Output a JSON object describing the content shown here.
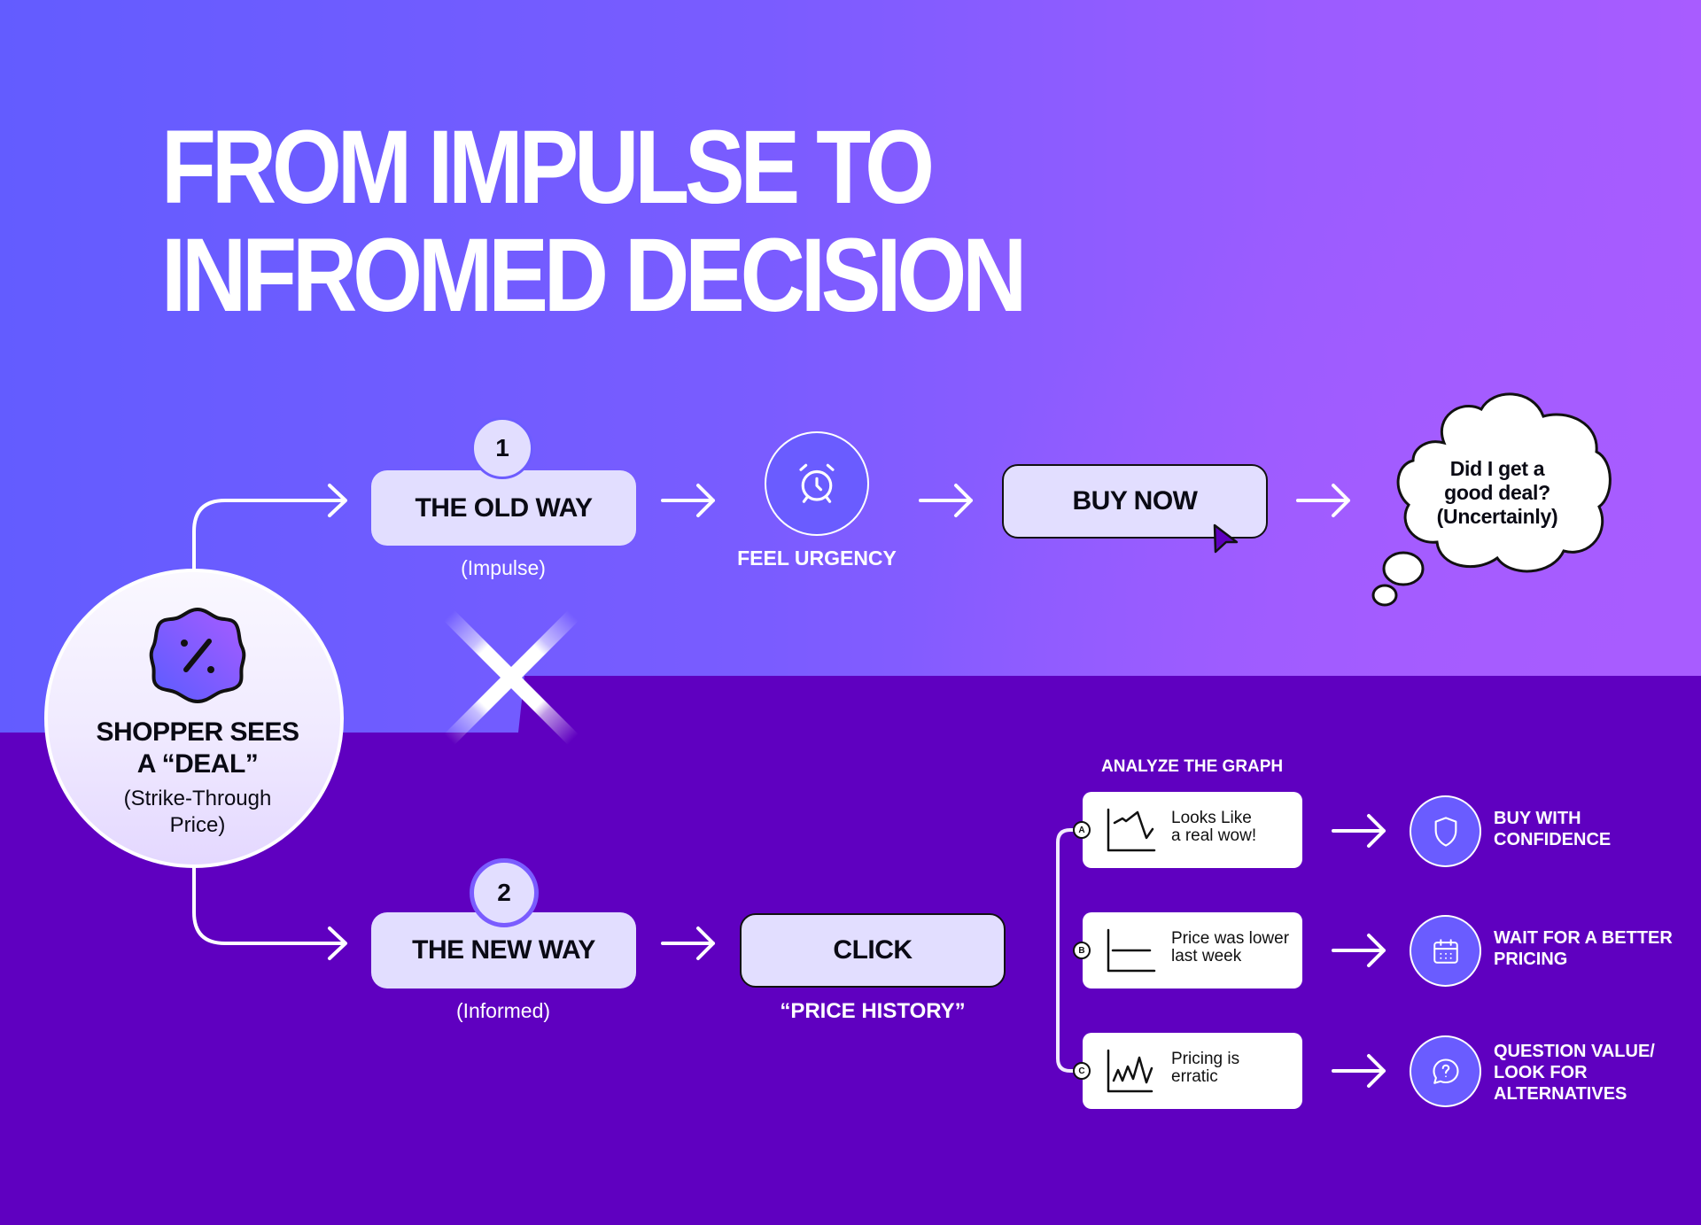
{
  "title": {
    "line1": "FROM IMPULSE TO",
    "line2": "INFROMED DECISION"
  },
  "colors": {
    "bg_top_start": "#635cff",
    "bg_top_end": "#a85cff",
    "bg_bottom": "#5f00c0",
    "pill_fill": "#e2deff",
    "icon_circle_fill": "#6a5cff",
    "text_dark": "#0a0a14",
    "text_light": "#ffffff"
  },
  "start": {
    "icon": "discount-badge-icon",
    "title_line1": "SHOPPER SEES",
    "title_line2": "A “DEAL”",
    "subtitle_line1": "(Strike-Through",
    "subtitle_line2": "Price)"
  },
  "old_way": {
    "step_number": "1",
    "label": "THE OLD WAY",
    "caption": "(Impulse)",
    "urgency": {
      "icon": "alarm-clock-icon",
      "label": "FEEL URGENCY"
    },
    "buy_button": {
      "label": "BUY NOW",
      "cursor_icon": "mouse-cursor-icon"
    },
    "thought": {
      "line1": "Did I get a",
      "line2": "good deal?",
      "line3": "(Uncertainly)"
    },
    "rejected_icon": "x-mark-icon"
  },
  "new_way": {
    "step_number": "2",
    "label": "THE NEW WAY",
    "caption": "(Informed)",
    "click": {
      "label": "CLICK",
      "caption": "“PRICE HISTORY”"
    },
    "analyze_label": "ANALYZE THE GRAPH",
    "branches": [
      {
        "badge": "A",
        "graph_icon": "spike-line-chart-icon",
        "text_line1": "Looks Like",
        "text_line2": "a real wow!",
        "outcome_icon": "shield-icon",
        "outcome_line1": "BUY WITH",
        "outcome_line2": "CONFIDENCE",
        "outcome_line3": ""
      },
      {
        "badge": "B",
        "graph_icon": "flat-line-chart-icon",
        "text_line1": "Price was lower",
        "text_line2": "last week",
        "outcome_icon": "calendar-icon",
        "outcome_line1": "WAIT FOR A BETTER",
        "outcome_line2": "PRICING",
        "outcome_line3": ""
      },
      {
        "badge": "C",
        "graph_icon": "erratic-line-chart-icon",
        "text_line1": "Pricing is",
        "text_line2": "erratic",
        "outcome_icon": "question-chat-icon",
        "outcome_line1": "QUESTION VALUE/",
        "outcome_line2": "LOOK FOR",
        "outcome_line3": "ALTERNATIVES"
      }
    ]
  }
}
